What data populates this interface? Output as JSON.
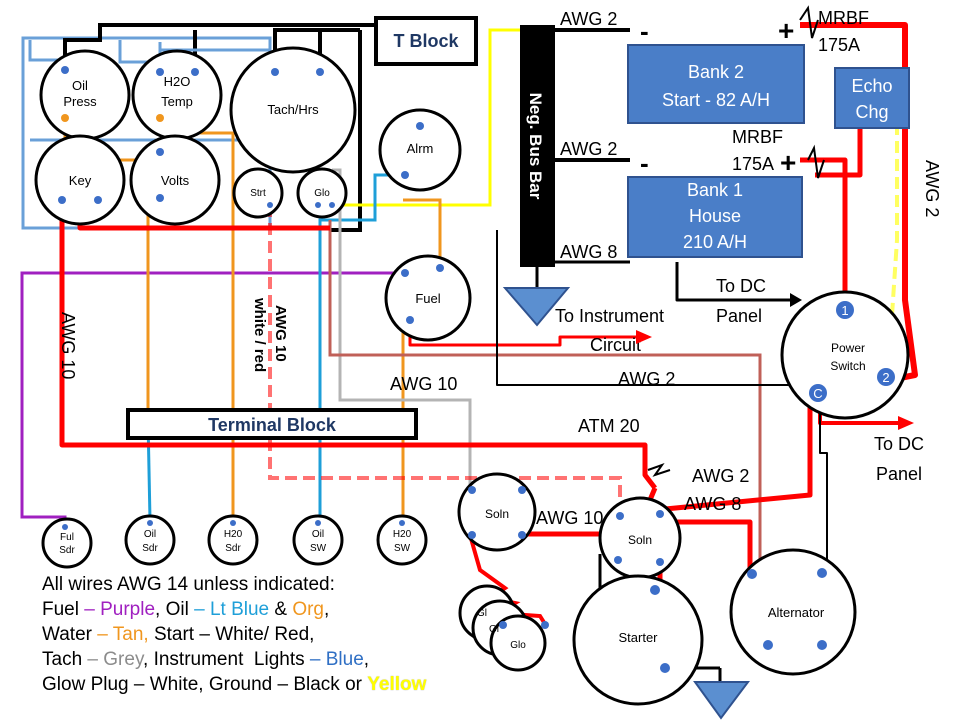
{
  "gauges": {
    "oil_press": [
      "Oil",
      "Press"
    ],
    "h2o_temp": [
      "H2O",
      "Temp"
    ],
    "tach": "Tach/Hrs",
    "key": "Key",
    "volts": "Volts",
    "strt": "Strt",
    "glo": "Glo",
    "alrm": "Alrm",
    "fuel": "Fuel"
  },
  "blocks": {
    "t_block": "T Block",
    "neg_bus_bar": "Neg. Bus Bar",
    "terminal_block": "Terminal Block",
    "bank2": [
      "Bank 2",
      "Start - 82 A/H"
    ],
    "bank1": [
      "Bank 1",
      "House",
      "210 A/H"
    ],
    "echo_chg": [
      "Echo",
      "Chg"
    ],
    "power_switch": [
      "Power",
      "Switch"
    ],
    "switch_terminals": [
      "1",
      "2",
      "C"
    ],
    "starter": "Starter",
    "alternator": "Alternator",
    "soln_left": "Soln",
    "soln_right": "Soln",
    "glo_plugs": [
      "Gl",
      "Gl",
      "Glo"
    ]
  },
  "senders": {
    "ful_sdr": [
      "Ful",
      "Sdr"
    ],
    "oil_sdr": [
      "Oil",
      "Sdr"
    ],
    "h20_sdr": [
      "H20",
      "Sdr"
    ],
    "oil_sw": [
      "Oil",
      "SW"
    ],
    "h20_sw": [
      "H20",
      "SW"
    ]
  },
  "wire_labels": {
    "awg2_top": "AWG 2",
    "mrbf_top": [
      "MRBF",
      "175A"
    ],
    "awg2_mid": "AWG 2",
    "mrbf_mid": [
      "MRBF",
      "175A"
    ],
    "awg8_bus": "AWG 8",
    "to_dc_panel_1": [
      "To DC",
      "Panel"
    ],
    "to_instrument": [
      "To Instrument",
      "Circuit"
    ],
    "awg10_left": "AWG 10",
    "awg10_strt": [
      "AWG 10",
      "white / red"
    ],
    "awg10_mid": "AWG 10",
    "awg2_neg": "AWG 2",
    "atm20": "ATM 20",
    "awg2_switch": "AWG 2",
    "awg8_alt": "AWG 8",
    "awg10_soln": "AWG 10",
    "awg2_right": "AWG 2",
    "to_dc_panel_2": [
      "To DC",
      "Panel"
    ],
    "minus_top": "-",
    "plus_top": "+",
    "minus_mid": "-",
    "plus_mid": "+"
  },
  "legend": {
    "line1": "All wires AWG 14 unless indicated:",
    "line2": [
      {
        "text": "Fuel ",
        "color": "#000000"
      },
      {
        "text": "– Purple",
        "color": "#a020c0"
      },
      {
        "text": ", Oil ",
        "color": "#000000"
      },
      {
        "text": "– Lt Blue",
        "color": "#1e9fd8"
      },
      {
        "text": " & ",
        "color": "#000000"
      },
      {
        "text": "Org",
        "color": "#f0961e"
      },
      {
        "text": ",",
        "color": "#000000"
      }
    ],
    "line3": [
      {
        "text": "Water ",
        "color": "#000000"
      },
      {
        "text": "– Tan, ",
        "color": "#f0961e"
      },
      {
        "text": "Start – White/ Red,",
        "color": "#000000"
      }
    ],
    "line4": [
      {
        "text": "Tach ",
        "color": "#000000"
      },
      {
        "text": "– Grey",
        "color": "#8c8c8c"
      },
      {
        "text": ", Instrument  Lights ",
        "color": "#000000"
      },
      {
        "text": "– Blue",
        "color": "#2f6fc4"
      },
      {
        "text": ",",
        "color": "#000000"
      }
    ],
    "line5": [
      {
        "text": "Glow Plug – White, Ground – Black or ",
        "color": "#000000"
      },
      {
        "text": "Yellow",
        "color": "#ffff00"
      }
    ]
  },
  "colors": {
    "red": "#ff0000",
    "black": "#000000",
    "blue_box": "#4a7ec8",
    "purple": "#a020c0",
    "lt_blue": "#1e9fd8",
    "orange": "#f0961e",
    "grey": "#b4b4b4",
    "yellow": "#ffff00",
    "brown_red": "#c06058",
    "terminal_blue": "#3c6ec8"
  }
}
